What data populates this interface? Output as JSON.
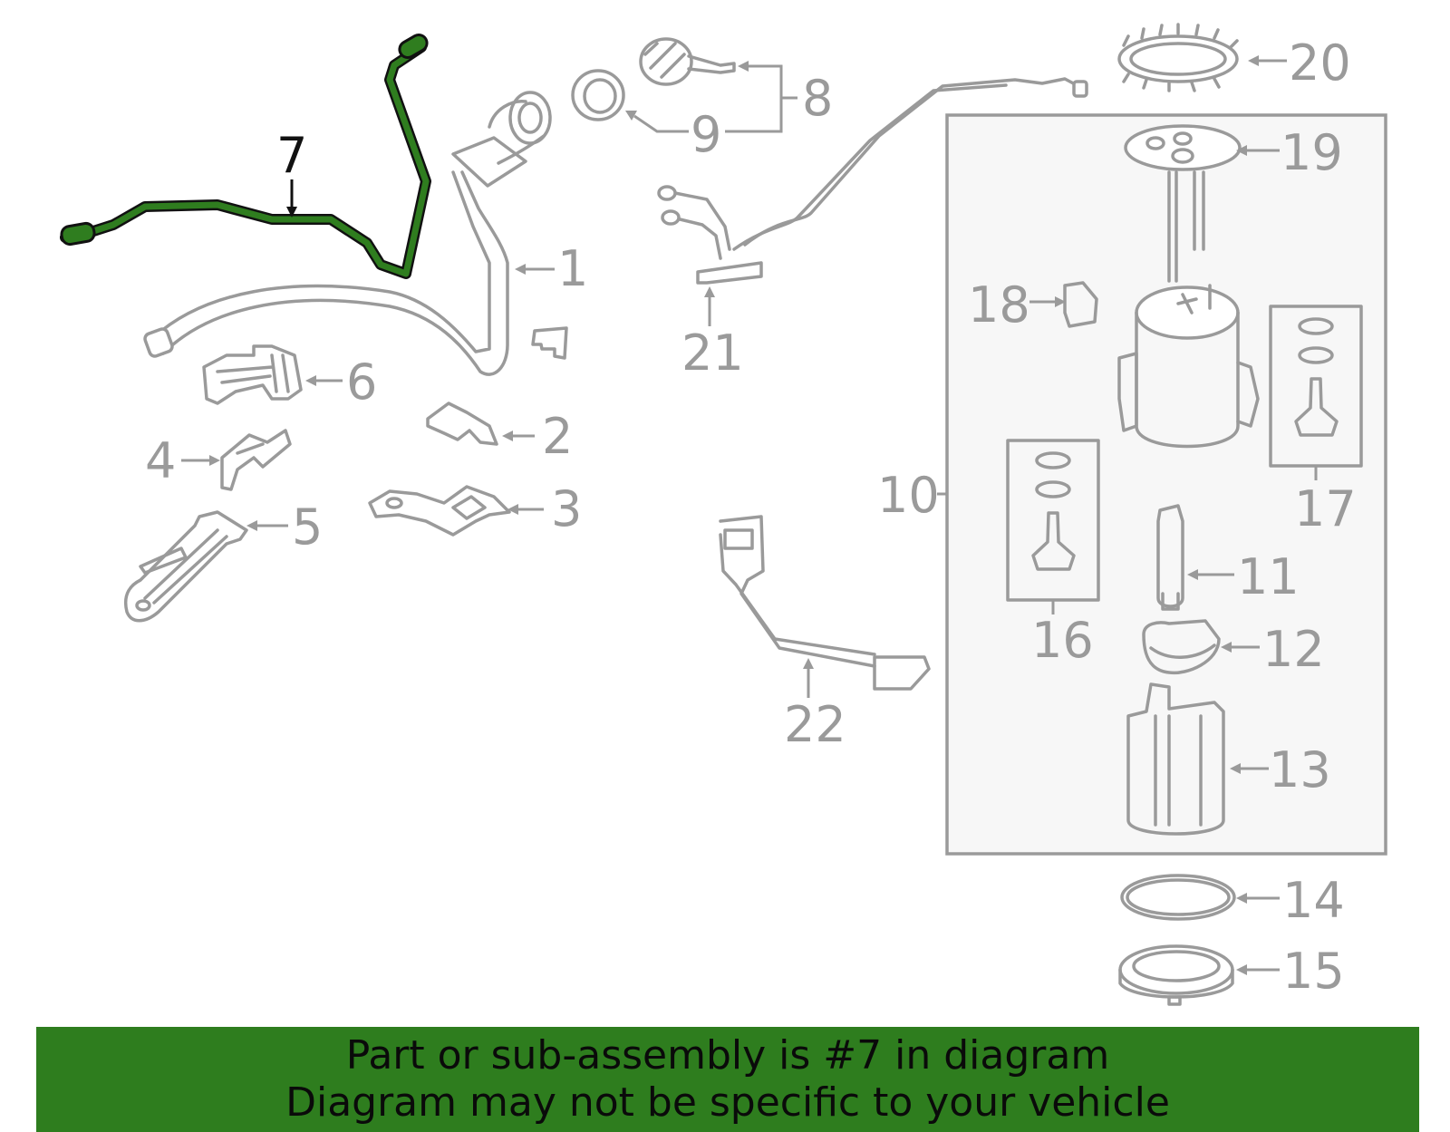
{
  "banner": {
    "line1": "Part or sub-assembly is #7 in diagram",
    "line2": "Diagram may not be specific to your vehicle"
  },
  "callouts": {
    "c1": "1",
    "c2": "2",
    "c3": "3",
    "c4": "4",
    "c5": "5",
    "c6": "6",
    "c7": "7",
    "c8": "8",
    "c9": "9",
    "c10": "10",
    "c11": "11",
    "c12": "12",
    "c13": "13",
    "c14": "14",
    "c15": "15",
    "c16": "16",
    "c17": "17",
    "c18": "18",
    "c19": "19",
    "c20": "20",
    "c21": "21",
    "c22": "22"
  },
  "colors": {
    "highlight": "#2f7d1f",
    "banner": "#2e7d1e",
    "part_stroke": "#9a9a9a"
  }
}
